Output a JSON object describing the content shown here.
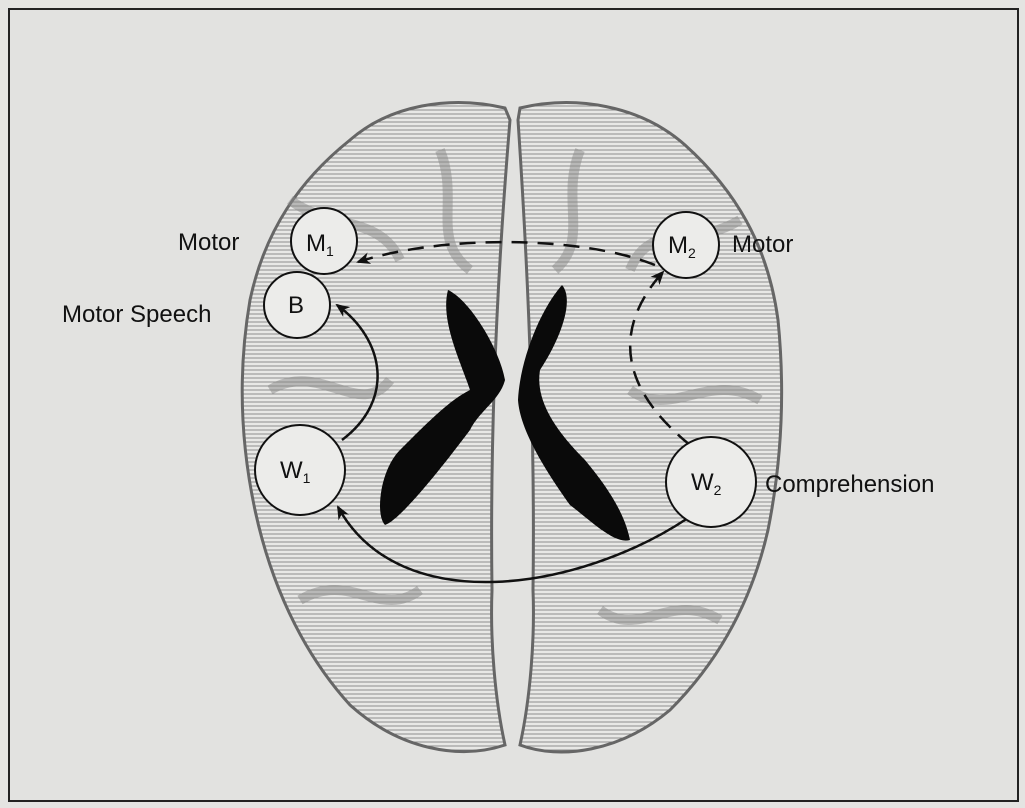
{
  "diagram": {
    "nodes": {
      "m1": {
        "letter": "M",
        "sub": "1",
        "label": "Motor"
      },
      "b": {
        "letter": "B",
        "label": "Motor Speech"
      },
      "w1": {
        "letter": "W",
        "sub": "1"
      },
      "m2": {
        "letter": "M",
        "sub": "2",
        "label": "Motor"
      },
      "w2": {
        "letter": "W",
        "sub": "2",
        "label": "Comprehension"
      }
    },
    "connections": [
      {
        "from": "m2",
        "to": "m1",
        "style": "dashed"
      },
      {
        "from": "w1",
        "to": "b",
        "style": "solid"
      },
      {
        "from": "w2",
        "to": "m2",
        "style": "dashed"
      },
      {
        "from": "w2",
        "to": "w1",
        "style": "solid"
      }
    ]
  }
}
